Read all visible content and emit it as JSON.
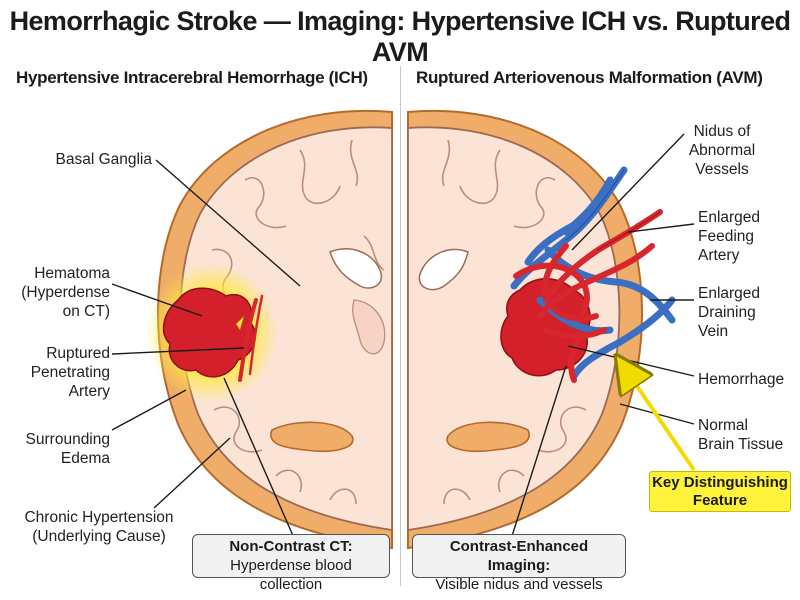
{
  "title": "Hemorrhagic Stroke — Imaging: Hypertensive ICH vs. Ruptured AVM",
  "left_panel": {
    "heading": "Hypertensive Intracerebral Hemorrhage (ICH)",
    "labels": {
      "basal_ganglia": "Basal Ganglia",
      "hematoma": "Hematoma\n(Hyperdense\non CT)",
      "ruptured_artery": "Ruptured\nPenetrating\nArtery",
      "edema": "Surrounding\nEdema",
      "hypertension": "Chronic Hypertension\n(Underlying Cause)"
    },
    "box": {
      "title": "Non-Contrast CT:",
      "text": "Hyperdense blood collection"
    }
  },
  "right_panel": {
    "heading": "Ruptured Arteriovenous Malformation (AVM)",
    "labels": {
      "nidus": "Nidus of\nAbnormal\nVessels",
      "feeding_artery": "Enlarged\nFeeding\nArtery",
      "draining_vein": "Enlarged\nDraining\nVein",
      "hemorrhage": "Hemorrhage",
      "normal_tissue": "Normal\nBrain Tissue"
    },
    "box": {
      "title": "Contrast-Enhanced Imaging:",
      "text": "Visible nidus and vessels"
    },
    "key_feature": "Key Distinguishing\nFeature"
  },
  "colors": {
    "skull": "#f0ad6a",
    "brain": "#fbe4d6",
    "hemorrhage": "#d3202a",
    "artery": "#d8262e",
    "vein": "#3a6fc4",
    "edema_glow": "#ffe23c",
    "key_highlight": "#fff23a"
  }
}
